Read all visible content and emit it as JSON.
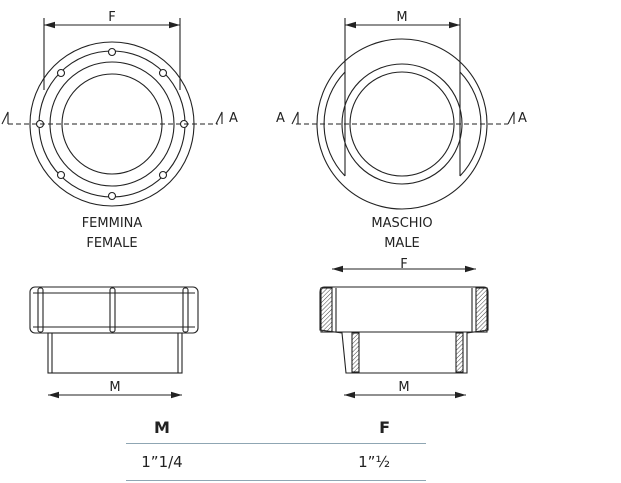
{
  "labels": {
    "female_dim": "F",
    "male_dim": "M",
    "section": "A",
    "femmina": "FEMMINA",
    "female": "FEMALE",
    "maschio": "MASCHIO",
    "male": "MALE",
    "side_female_dim": "M",
    "side_male_top_dim": "F",
    "side_male_bottom_dim": "M"
  },
  "table": {
    "headers": [
      "M",
      "F"
    ],
    "rows": [
      [
        "1”1/4",
        "1”½"
      ]
    ]
  }
}
